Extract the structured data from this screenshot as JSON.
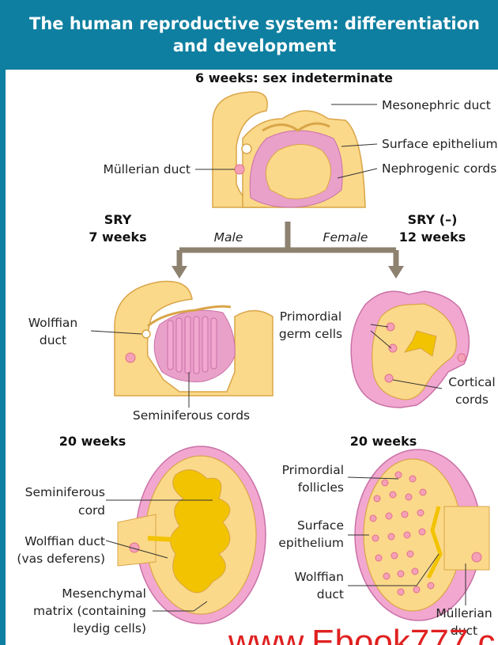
{
  "title": "The human reproductive system: differentiation and development",
  "colors": {
    "header": "#0e7fa0",
    "tissue": "#fbd98a",
    "tissueStroke": "#d9a548",
    "pink": "#e58fc4",
    "arrow": "#8d8170",
    "duct": "#f2c300"
  },
  "top": {
    "heading": "6 weeks: sex indeterminate",
    "labels": {
      "mesonephric": "Mesonephric duct",
      "surface": "Surface epithelium",
      "nephrogenic": "Nephrogenic cords",
      "mullerian": "Müllerian duct"
    }
  },
  "branch": {
    "sry_left_1": "SRY",
    "sry_left_2": "7 weeks",
    "sry_right_1": "SRY (–)",
    "sry_right_2": "12 weeks",
    "male": "Male",
    "female": "Female"
  },
  "male7": {
    "wolffian_1": "Wolffian",
    "wolffian_2": "duct",
    "seminiferous": "Seminiferous cords"
  },
  "female12": {
    "primordial_1": "Primordial",
    "primordial_2": "germ cells",
    "cortical_1": "Cortical",
    "cortical_2": "cords"
  },
  "male20": {
    "heading": "20 weeks",
    "semcord_1": "Seminiferous",
    "semcord_2": "cord",
    "wolff_1": "Wolffian duct",
    "wolff_2": "(vas deferens)",
    "mesen_1": "Mesenchymal",
    "mesen_2": "matrix (containing",
    "mesen_3": "leydig cells)"
  },
  "female20": {
    "heading": "20 weeks",
    "follicles_1": "Primordial",
    "follicles_2": "follicles",
    "surface_1": "Surface",
    "surface_2": "epithelium",
    "wolff_1": "Wolffian",
    "wolff_2": "duct",
    "mullerian_1": "Müllerian",
    "mullerian_2": "duct"
  },
  "watermark": "www.Ebook777.c"
}
